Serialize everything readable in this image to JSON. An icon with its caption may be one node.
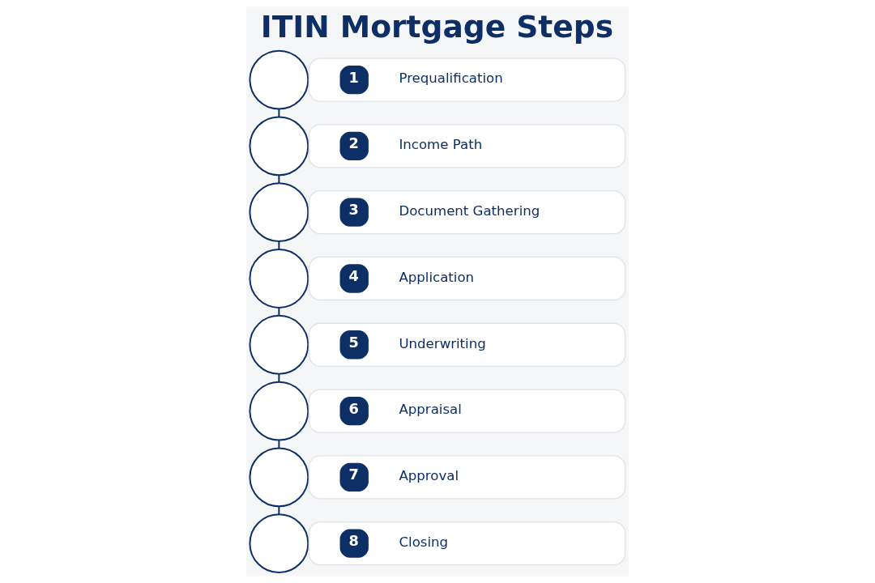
{
  "diagram": {
    "title": "ITIN Mortgage Steps",
    "nodes": [
      {
        "text": [],
        "shape": "circle"
      },
      {
        "text": [
          "1",
          "Prequalification"
        ]
      },
      {
        "text": [],
        "shape": "circle"
      },
      {
        "text": [
          "2",
          "Income Path"
        ]
      },
      {
        "text": [],
        "shape": "circle"
      },
      {
        "text": [
          "3",
          "Document Gathering"
        ]
      },
      {
        "text": [],
        "shape": "circle"
      },
      {
        "text": [
          "4",
          "Application"
        ]
      },
      {
        "text": [],
        "shape": "circle"
      },
      {
        "text": [
          "5",
          "Underwriting"
        ]
      },
      {
        "text": [],
        "shape": "circle"
      },
      {
        "text": [
          "6",
          "Appraisal"
        ]
      },
      {
        "text": [],
        "shape": "circle"
      },
      {
        "text": [
          "7",
          "Approval"
        ]
      },
      {
        "text": [],
        "shape": "circle"
      },
      {
        "text": [
          "8",
          "Closing"
        ]
      }
    ],
    "edges": [
      {
        "from": 0,
        "to": 2,
        "arrow": "none"
      },
      {
        "from": 2,
        "to": 4,
        "arrow": "none"
      },
      {
        "from": 4,
        "to": 6,
        "arrow": "none"
      },
      {
        "from": 6,
        "to": 8,
        "arrow": "none"
      },
      {
        "from": 8,
        "to": 10,
        "arrow": "none"
      },
      {
        "from": 10,
        "to": 12,
        "arrow": "none"
      },
      {
        "from": 12,
        "to": 14,
        "arrow": "none"
      }
    ]
  }
}
